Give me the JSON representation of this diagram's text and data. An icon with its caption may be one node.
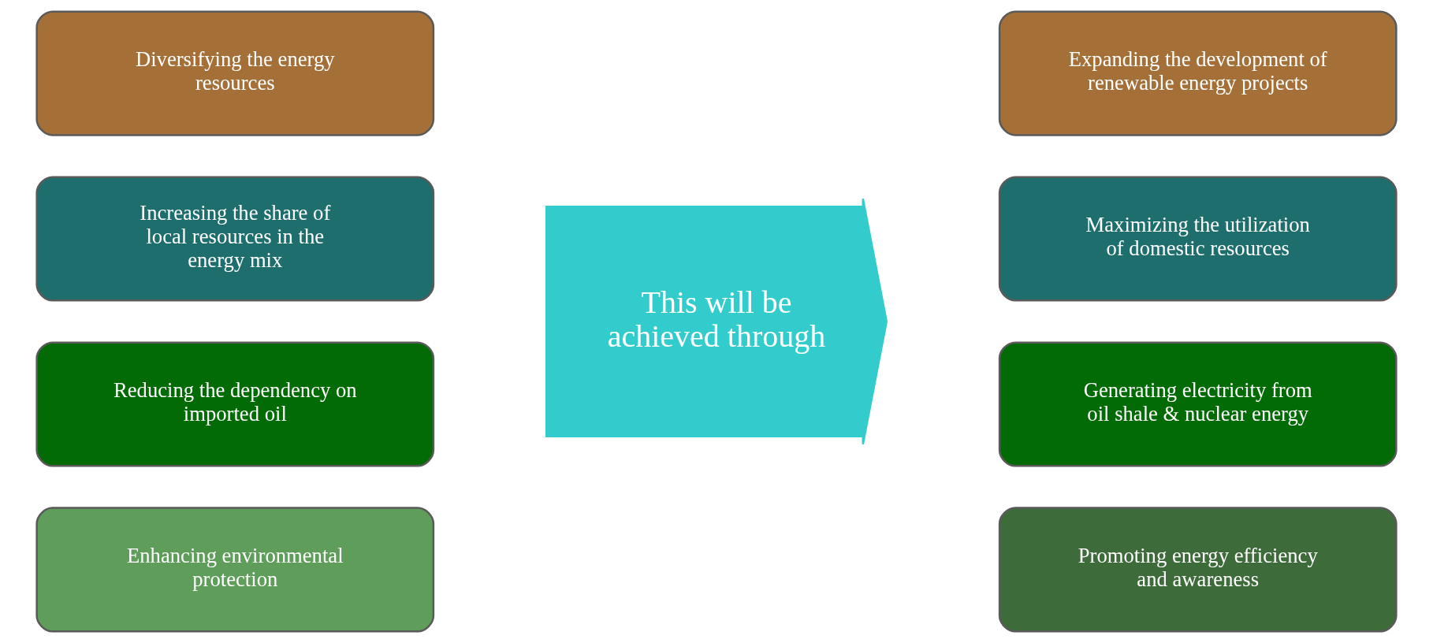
{
  "diagram": {
    "nodes": [
      {
        "text": [
          "Diversifying the energy resources"
        ]
      },
      {
        "text": [
          "Increasing the share of local resources in the energy mix"
        ]
      },
      {
        "text": [
          "Reducing the dependency on imported oil"
        ]
      },
      {
        "text": [
          "Enhancing environmental protection"
        ]
      },
      {
        "text": [
          "This will be achieved through"
        ]
      },
      {
        "text": [
          "Expanding the development of renewable energy projects"
        ]
      },
      {
        "text": [
          "Maximizing the utilization of domestic resources"
        ]
      },
      {
        "text": [
          "Generating electricity from oil shale & nuclear energy"
        ]
      },
      {
        "text": [
          "Promoting energy efficiency and awareness"
        ]
      }
    ],
    "edges": []
  }
}
